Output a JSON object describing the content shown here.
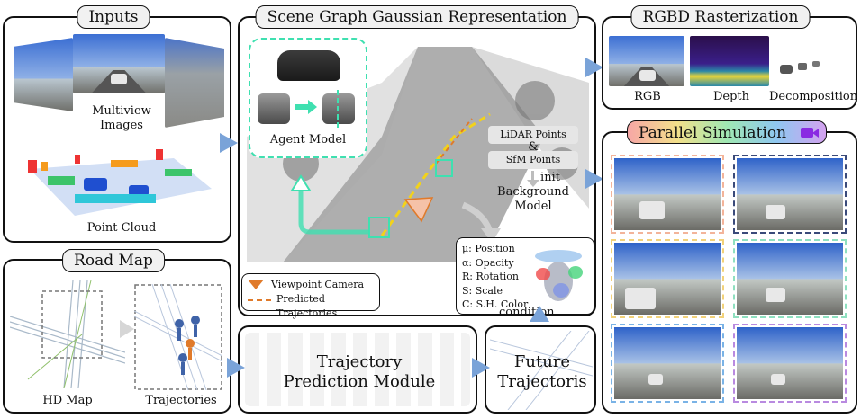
{
  "inputs": {
    "title": "Inputs",
    "multiview_label": "Multiview\nImages",
    "point_cloud_label": "Point Cloud"
  },
  "road_map": {
    "title": "Road Map",
    "hd_map_label": "HD Map",
    "trajectories_label": "Trajectories"
  },
  "scene_graph": {
    "title": "Scene Graph Gaussian Representation",
    "agent_model_label": "Agent Model",
    "lidar_points": "LiDAR Points",
    "amp": "&",
    "sfm_points": "SfM Points",
    "init_label": "init",
    "background_model_label": "Background\nModel",
    "legend": {
      "viewpoint_camera": "Viewpoint Camera",
      "predicted_trajectories": "Predicted Trajectories"
    },
    "gaussian_attrs": [
      "μ: Position",
      "α: Opacity",
      "R: Rotation",
      "S: Scale",
      "C: S.H. Color"
    ],
    "condition_label": "condition"
  },
  "trajectory_module": {
    "label_line1": "Trajectory",
    "label_line2": "Prediction Module"
  },
  "future": {
    "label_line1": "Future",
    "label_line2": "Trajectoris"
  },
  "rgbd": {
    "title": "RGBD Rasterization",
    "rgb_label": "RGB",
    "depth_label": "Depth",
    "decomposition_label": "Decomposition"
  },
  "parallel": {
    "title": "Parallel Simulation",
    "camera_icon": "movie-camera-icon",
    "frame_colors": [
      "#f3b49a",
      "#3a4a7a",
      "#f2d27a",
      "#8fe0c0",
      "#7ab3e6",
      "#b98ae0"
    ]
  },
  "colors": {
    "arrow_blue": "#7aa3d8",
    "agent_green": "#3fe0b0",
    "trajectory_orange": "#e07a2a",
    "trajectory_yellow": "#f2d21a"
  }
}
